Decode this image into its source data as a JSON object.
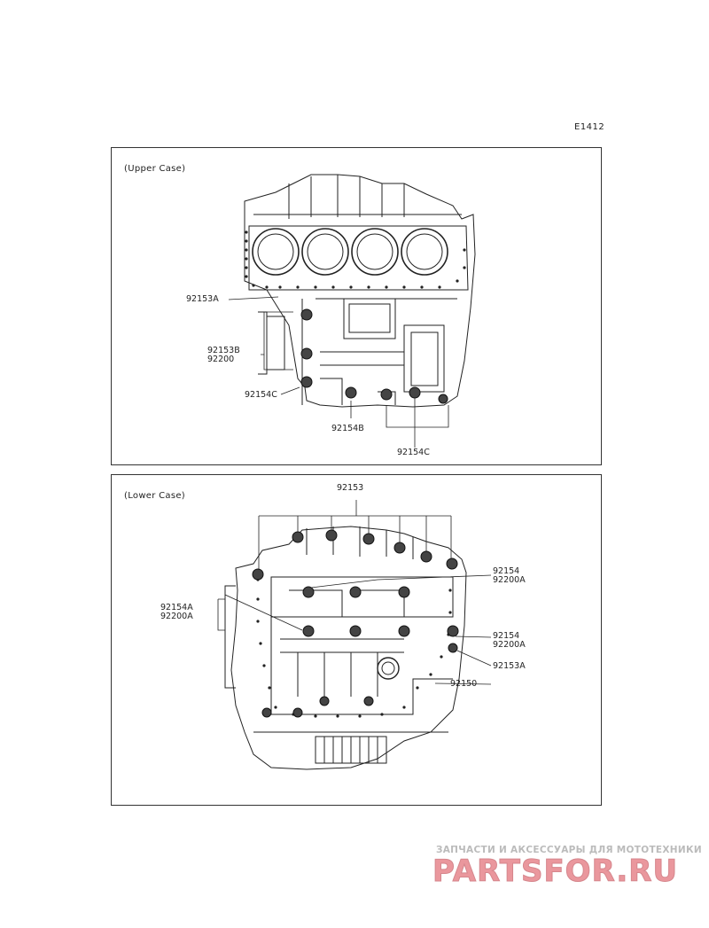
{
  "figure_code": "E1412",
  "upper": {
    "caption": "(Upper Case)",
    "labels": {
      "a": "92153A",
      "b1": "92153B",
      "b2": "92200",
      "c": "92154C",
      "d": "92154B",
      "e": "92154C"
    }
  },
  "lower": {
    "caption": "(Lower Case)",
    "labels": {
      "top": "92153",
      "r1a": "92154",
      "r1b": "92200A",
      "l1a": "92154A",
      "l1b": "92200A",
      "r2a": "92154",
      "r2b": "92200A",
      "r3": "92153A",
      "r4": "92150"
    }
  },
  "watermark": {
    "tagline": "ЗАПЧАСТИ И АКСЕССУАРЫ ДЛЯ МОТОТЕХНИКИ",
    "logo": "PARTSFOR.RU"
  }
}
